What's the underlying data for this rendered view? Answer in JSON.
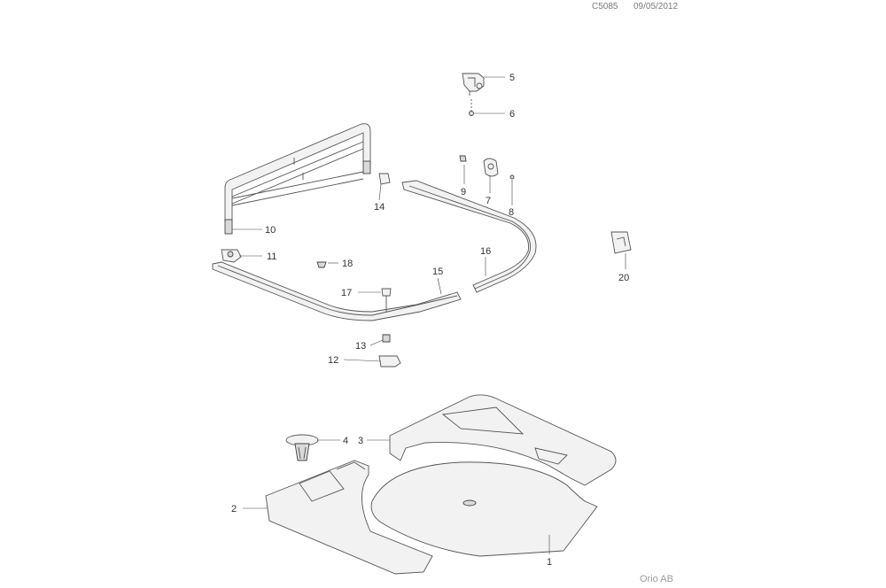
{
  "header": {
    "drawing_code": "C5085",
    "date": "09/05/2012"
  },
  "footer": {
    "brand": "Orio AB"
  },
  "callouts": [
    {
      "key": "c1",
      "num": "1"
    },
    {
      "key": "c2",
      "num": "2"
    },
    {
      "key": "c3",
      "num": "3"
    },
    {
      "key": "c4",
      "num": "4"
    },
    {
      "key": "c5",
      "num": "5"
    },
    {
      "key": "c6",
      "num": "6"
    },
    {
      "key": "c7",
      "num": "7"
    },
    {
      "key": "c8",
      "num": "8"
    },
    {
      "key": "c9",
      "num": "9"
    },
    {
      "key": "c10",
      "num": "10"
    },
    {
      "key": "c11",
      "num": "11"
    },
    {
      "key": "c12",
      "num": "12"
    },
    {
      "key": "c13",
      "num": "13"
    },
    {
      "key": "c14",
      "num": "14"
    },
    {
      "key": "c15",
      "num": "15"
    },
    {
      "key": "c16",
      "num": "16"
    },
    {
      "key": "c17",
      "num": "17"
    },
    {
      "key": "c18",
      "num": "18"
    },
    {
      "key": "c20",
      "num": "20"
    }
  ]
}
